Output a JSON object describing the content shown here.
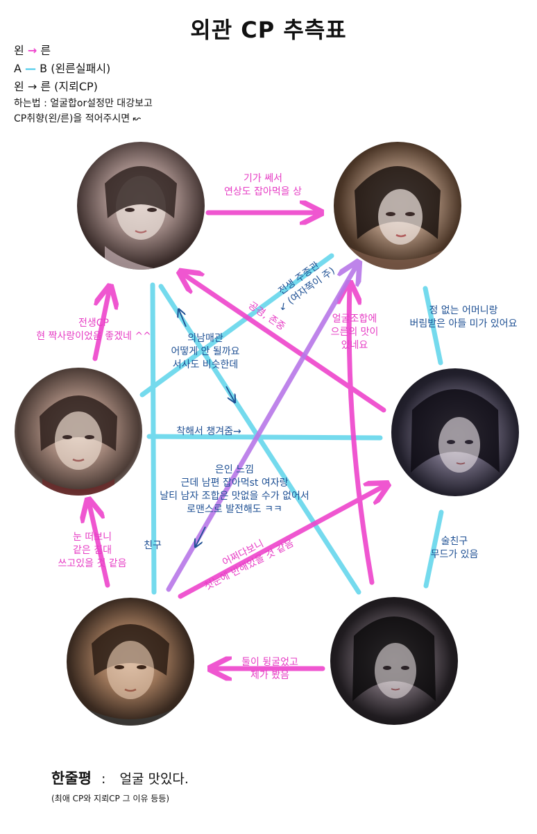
{
  "title": "외관 CP 추측표",
  "legend": {
    "row1": {
      "left": "왼",
      "arrow": "→",
      "right": "른"
    },
    "row2": {
      "a": "A",
      "dash": "—",
      "b": "B",
      "note": "(왼른실패시)"
    },
    "row3": {
      "left": "왼",
      "arrow": "→",
      "right": "른",
      "note": "(지뢰CP)"
    },
    "howto1": "하는법 : 얼굴합or설정만 대강보고",
    "howto2": "CP취향(왼/른)을 적어주시면 ↜"
  },
  "colors": {
    "pink": "#ee44cc",
    "cyan": "#66d6ec",
    "purple": "#b777e8",
    "label_blue": "#1d4f93"
  },
  "labels": {
    "tl_tr": [
      "기가 쎄서",
      "연상도 잡아먹을 상"
    ],
    "ml_tl": [
      "전생CP",
      "현 짝사랑이었음 좋겠네 ^^"
    ],
    "tr_mr": [
      "정 없는 어머니랑",
      "버림받은 아들 미가 있어요"
    ],
    "past_life": [
      "전생 주종관",
      "↙ (여자쪽이 주)"
    ],
    "worship": "공경, 존중",
    "face_combo": [
      "얼굴조합에",
      "으른의 맛이",
      "있네요"
    ],
    "ambiguous": [
      "의남매관",
      "어떻게 안 될까요",
      "서사도 비슷한데"
    ],
    "kind": "착해서 챙겨줌→",
    "benefactor": [
      "은인 느낌",
      "근데 남편 잡아먹st 여자랑",
      "날티 남자 조합은 맛없을 수가 없어서",
      "로맨스로 발전해도 ㅋㅋ"
    ],
    "bl_ml": [
      "눈 떠보니",
      "같은 침대",
      "쓰고있을 것 같음"
    ],
    "friend": "친구",
    "first_sight": [
      "어쩌다보니",
      "첫눈에 반해있을 것 같음"
    ],
    "drinking": [
      "술친구",
      "무드가 있음"
    ],
    "br_bl": [
      "둘이 뒹굴었고",
      "제가 봤음"
    ]
  },
  "footer": {
    "label": "한줄평",
    "colon": ":",
    "text": "얼굴 맛있다.",
    "sub": "(최애 CP와 지뢰CP 그 이유 등등)"
  }
}
